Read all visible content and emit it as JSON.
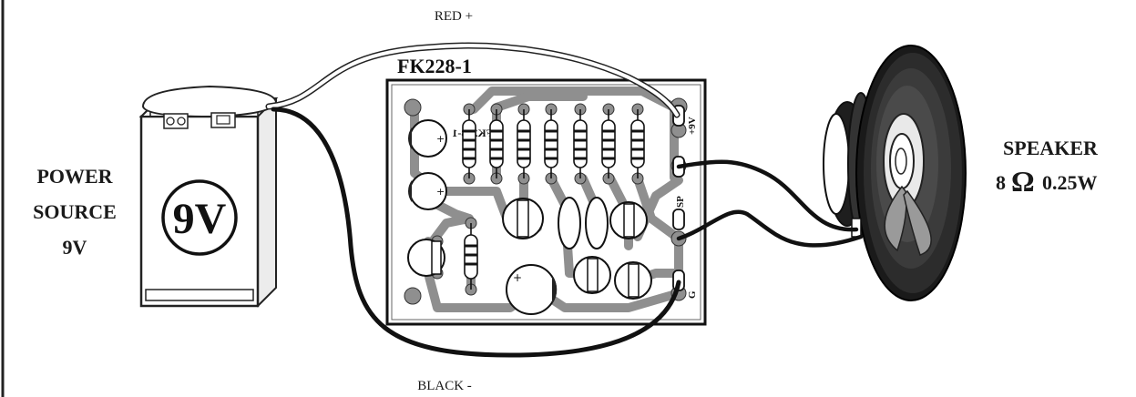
{
  "wires": {
    "red_label": "RED +",
    "black_label": "BLACK -"
  },
  "battery": {
    "face_label": "9V",
    "caption_line1": "POWER",
    "caption_line2": "SOURCE",
    "caption_line3": "9V"
  },
  "board": {
    "title": "FK228-1",
    "pad_plus_9v": "+9V",
    "pad_sp": "SP",
    "pad_g": "G",
    "silk_mirror": "FK228-1"
  },
  "speaker": {
    "caption_line1": "SPEAKER",
    "caption_value": "8",
    "caption_symbol": "Ω",
    "caption_power": "0.25W"
  }
}
